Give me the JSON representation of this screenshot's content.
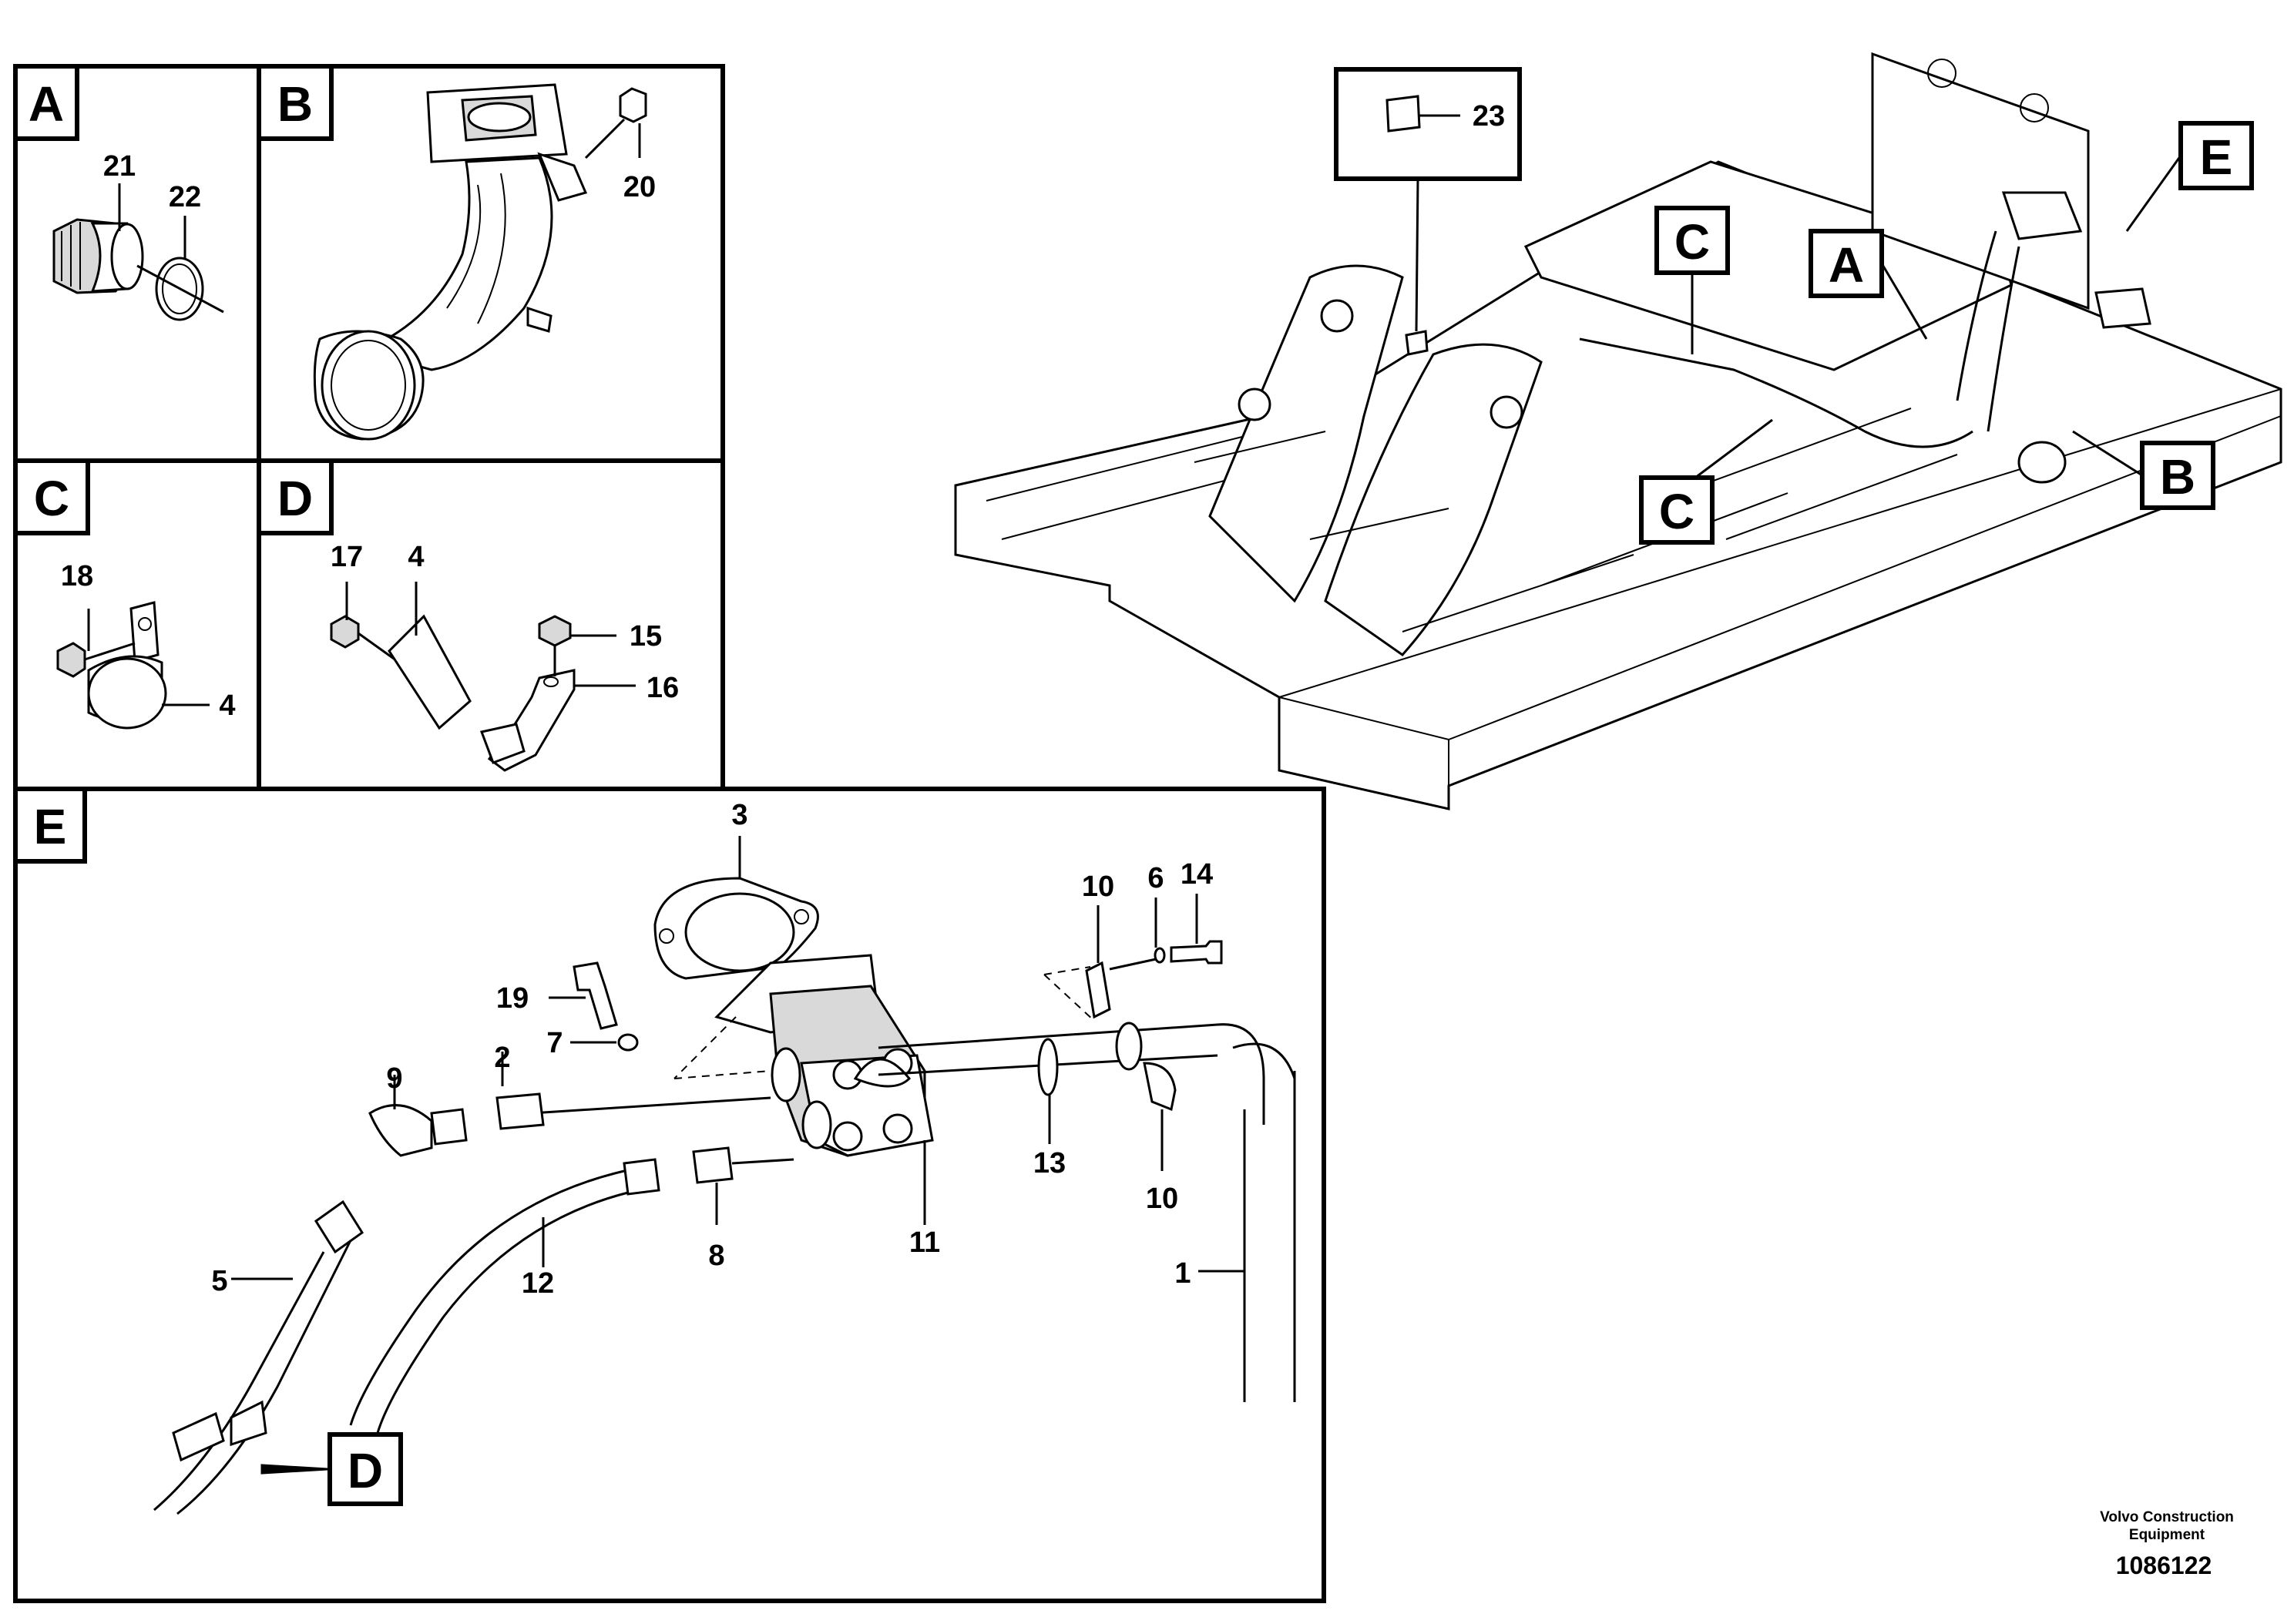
{
  "panels": {
    "A": {
      "letter": "A",
      "callouts": [
        "21",
        "22"
      ]
    },
    "B": {
      "letter": "B",
      "callouts": [
        "20"
      ]
    },
    "C": {
      "letter": "C",
      "callouts": [
        "18",
        "4"
      ]
    },
    "D": {
      "letter": "D",
      "callouts": [
        "17",
        "4",
        "15",
        "16"
      ]
    },
    "E": {
      "letter": "E",
      "callouts": [
        "3",
        "10",
        "6",
        "14",
        "19",
        "7",
        "2",
        "9",
        "13",
        "10",
        "11",
        "8",
        "12",
        "5",
        "1"
      ],
      "ref_letter": "D"
    }
  },
  "overview": {
    "callouts": [
      "23"
    ],
    "refs": [
      "E",
      "C",
      "A",
      "B",
      "C"
    ]
  },
  "footer": {
    "company_line1": "Volvo Construction",
    "company_line2": "Equipment",
    "doc_number": "1086122"
  }
}
